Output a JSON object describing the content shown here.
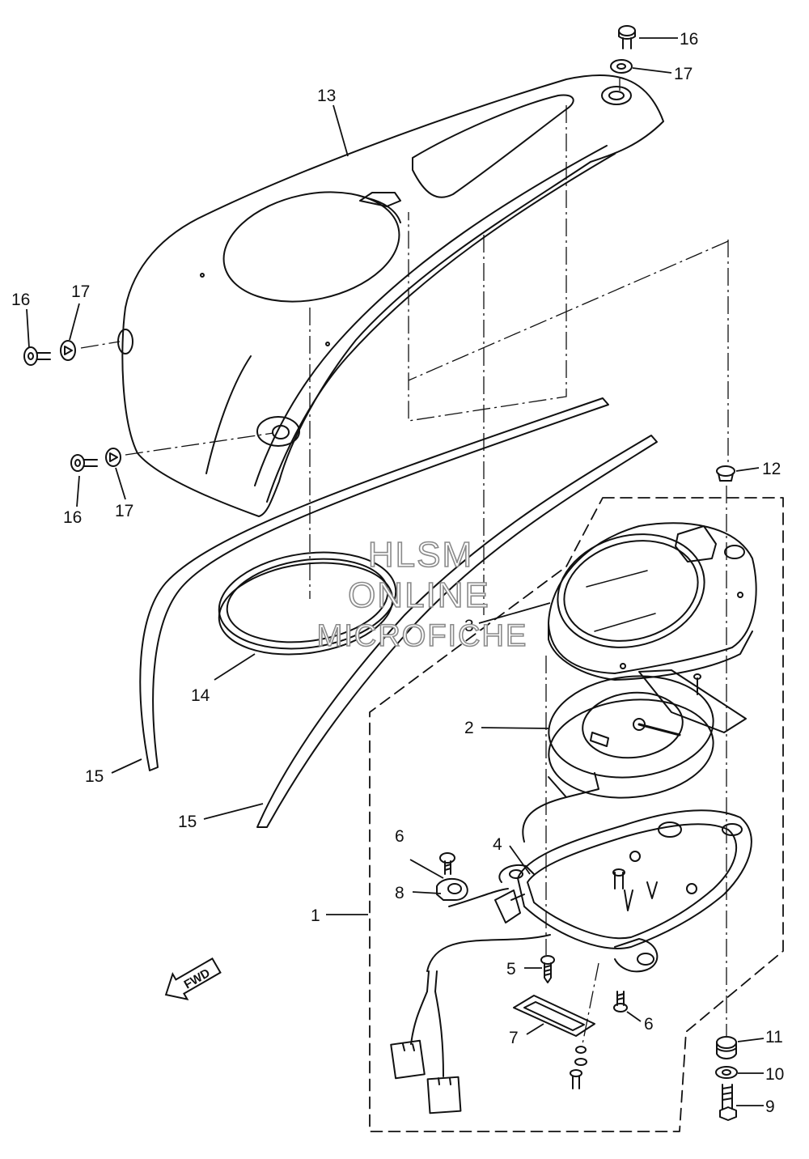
{
  "diagram": {
    "callouts": [
      "1",
      "2",
      "3",
      "4",
      "5",
      "6",
      "6",
      "7",
      "8",
      "9",
      "10",
      "11",
      "12",
      "13",
      "14",
      "15",
      "15",
      "16",
      "16",
      "16",
      "17",
      "17",
      "17"
    ],
    "labels": {
      "n1": "1",
      "n2": "2",
      "n3": "3",
      "n4": "4",
      "n5": "5",
      "n6a": "6",
      "n6b": "6",
      "n7": "7",
      "n8": "8",
      "n9": "9",
      "n10": "10",
      "n11": "11",
      "n12": "12",
      "n13": "13",
      "n14": "14",
      "n15a": "15",
      "n15b": "15",
      "n16a": "16",
      "n16b": "16",
      "n16c": "16",
      "n17a": "17",
      "n17b": "17",
      "n17c": "17"
    },
    "direction_arrow": "FWD",
    "watermark": [
      "HLSM",
      "ONLINE",
      "MICROFICHE"
    ],
    "colors": {
      "line": "#111111",
      "watermark_outline": "#8a8a8a",
      "background": "#ffffff"
    }
  }
}
